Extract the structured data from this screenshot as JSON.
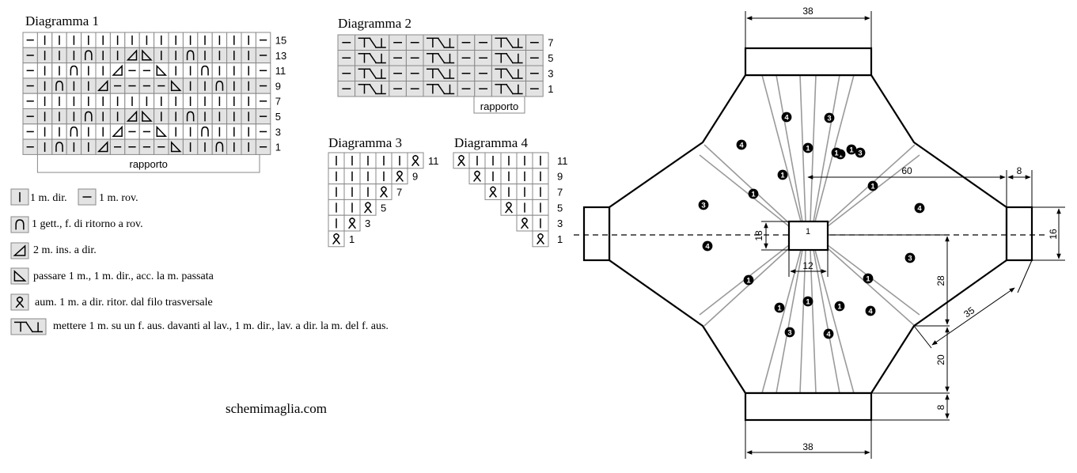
{
  "diagram1": {
    "title": "Diagramma 1",
    "rows": [
      {
        "label": "15",
        "cells": "PKKKKKKKKKKKKKKKP"
      },
      {
        "label": "13",
        "cells": "PKKKYKKTSKKYKKKKP"
      },
      {
        "label": "11",
        "cells": "PKKYKKTPPSKKYKKKP"
      },
      {
        "label": "9",
        "cells": "PKYKKTPPPPSKKYKKP"
      },
      {
        "label": "7",
        "cells": "PKKKKKKKKKKKKKKKP"
      },
      {
        "label": "5",
        "cells": "PKKKYKKTSKKYKKKKP"
      },
      {
        "label": "3",
        "cells": "PKKYKKTPPSKKYKKKP"
      },
      {
        "label": "1",
        "cells": "PKYKKTPPPPSKKYKKP"
      }
    ],
    "repeat_label": "rapporto"
  },
  "diagram2": {
    "title": "Diagramma 2",
    "rows": [
      {
        "label": "7",
        "cells": "PCPPCPPCP"
      },
      {
        "label": "5",
        "cells": "PCPPCPPCP"
      },
      {
        "label": "3",
        "cells": "PCPPCPPCP"
      },
      {
        "label": "1",
        "cells": "PCPPCPPCP"
      }
    ],
    "repeat_label": "rapporto"
  },
  "diagram3": {
    "title": "Diagramma 3",
    "rows": [
      {
        "label": "11",
        "cells": "KKKKKM"
      },
      {
        "label": "9",
        "cells": "KKKKM"
      },
      {
        "label": "7",
        "cells": "KKKM"
      },
      {
        "label": "5",
        "cells": "KKM"
      },
      {
        "label": "3",
        "cells": "KM"
      },
      {
        "label": "1",
        "cells": "M"
      }
    ]
  },
  "diagram4": {
    "title": "Diagramma 4",
    "rows": [
      {
        "label": "11",
        "cells": "MKKKKK"
      },
      {
        "label": "9",
        "cells": "MKKKK"
      },
      {
        "label": "7",
        "cells": "MKKK"
      },
      {
        "label": "5",
        "cells": "MKK"
      },
      {
        "label": "3",
        "cells": "MK"
      },
      {
        "label": "1",
        "cells": "M"
      }
    ]
  },
  "legend": [
    {
      "symbol": "K",
      "text": "1 m. dir."
    },
    {
      "symbol": "P",
      "text": "1 m. rov."
    },
    {
      "symbol": "Y",
      "text": "1 gett., f. di ritorno a rov."
    },
    {
      "symbol": "T",
      "text": "2 m. ins. a dir."
    },
    {
      "symbol": "S",
      "text": "passare 1 m., 1 m. dir., acc. la m. passata"
    },
    {
      "symbol": "M",
      "text": "aum. 1 m. a dir. ritor. dal filo trasversale"
    },
    {
      "symbol": "C",
      "text": "mettere 1 m. su un f. aus. davanti al lav., 1 m. dir., lav. a dir. la m. del f. aus."
    }
  ],
  "site": "schemimaglia.com",
  "schematic": {
    "dim_top": "38",
    "dim_bottom": "38",
    "dim_right_band": "8",
    "dim_right_cuff": "16",
    "dim_bottom_band": "8",
    "dim_inner": "60",
    "dim_center_w": "12",
    "dim_center_h": "18",
    "dim_28": "28",
    "dim_20": "20",
    "dim_35": "35",
    "center_label": "1",
    "markers": [
      {
        "n": "1",
        "filled": true
      },
      {
        "n": "1",
        "filled": true
      },
      {
        "n": "1",
        "filled": true
      },
      {
        "n": "1",
        "filled": true
      },
      {
        "n": "1",
        "filled": true
      },
      {
        "n": "1",
        "filled": true
      },
      {
        "n": "1",
        "filled": true
      },
      {
        "n": "1",
        "filled": true
      },
      {
        "n": "1",
        "filled": true
      },
      {
        "n": "1",
        "filled": true
      },
      {
        "n": "1",
        "filled": true
      },
      {
        "n": "1",
        "filled": true
      },
      {
        "n": "3",
        "filled": true
      },
      {
        "n": "3",
        "filled": true
      },
      {
        "n": "3",
        "filled": true
      },
      {
        "n": "3",
        "filled": true
      },
      {
        "n": "3",
        "filled": true
      },
      {
        "n": "4",
        "filled": true
      },
      {
        "n": "4",
        "filled": true
      },
      {
        "n": "4",
        "filled": true
      },
      {
        "n": "4",
        "filled": true
      },
      {
        "n": "4",
        "filled": true
      },
      {
        "n": "4",
        "filled": true
      }
    ]
  }
}
